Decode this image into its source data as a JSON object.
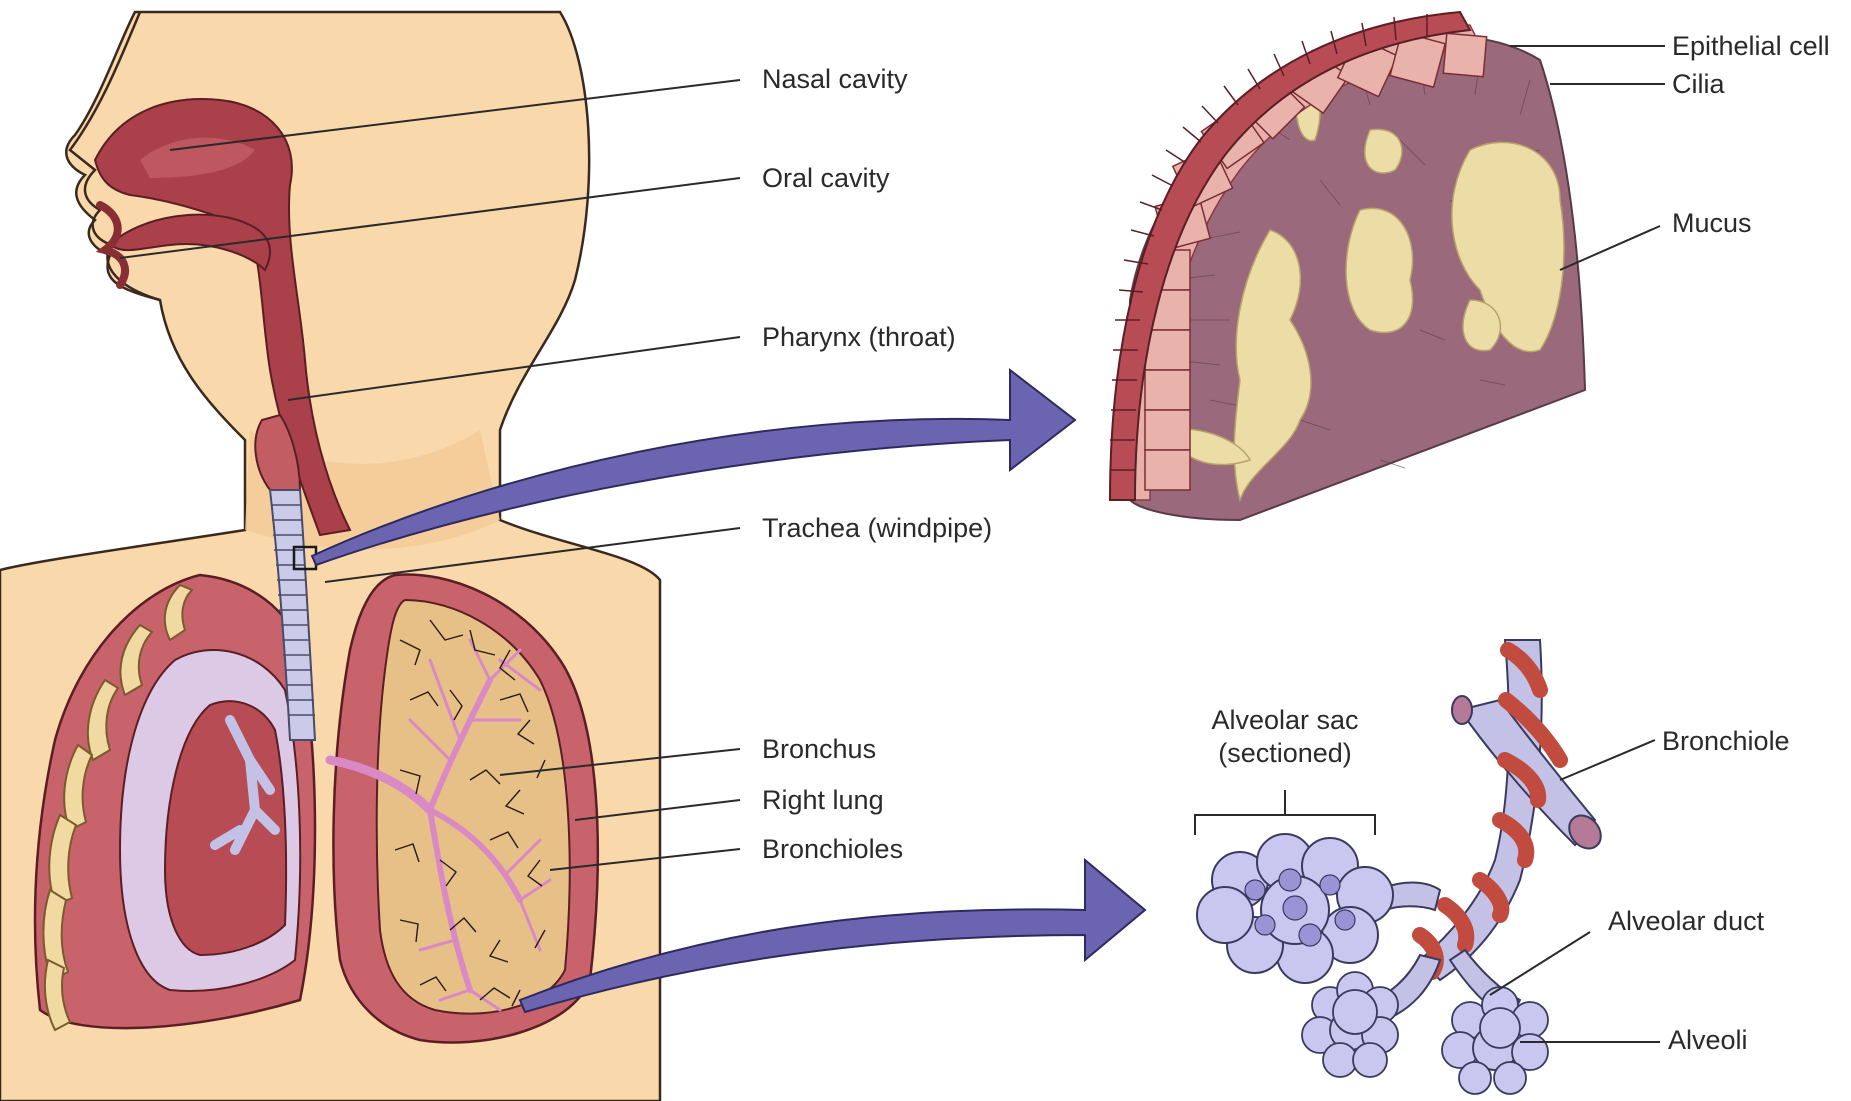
{
  "colors": {
    "skin": "#f9d8ab",
    "skin_outline": "#3a2a1e",
    "airway": "#a9404a",
    "airway_light": "#d98a8a",
    "lung_outer": "#c9636b",
    "lung_inner": "#b84c55",
    "pleura": "#dcc9e6",
    "trachea": "#c9cbe8",
    "arrow": "#6b64b0",
    "mucus": "#ecdca6",
    "mucosa_pink": "#e8b0a8",
    "cilia": "#8a5a6a",
    "alveoli": "#c9c6f0",
    "bronchiole_band": "#c04b3e",
    "bronchiole_tube": "#c3c1e6",
    "leader": "#2a2a2a"
  },
  "labels": {
    "nasal_cavity": "Nasal cavity",
    "oral_cavity": "Oral cavity",
    "pharynx": "Pharynx (throat)",
    "trachea": "Trachea (windpipe)",
    "bronchus": "Bronchus",
    "right_lung": "Right lung",
    "bronchioles": "Bronchioles",
    "epithelial_cell": "Epithelial cell",
    "cilia": "Cilia",
    "mucus": "Mucus",
    "alveolar_sac_line1": "Alveolar sac",
    "alveolar_sac_line2": "(sectioned)",
    "bronchiole": "Bronchiole",
    "alveolar_duct": "Alveolar duct",
    "alveoli": "Alveoli"
  },
  "icons": {
    "arrow_upper": "magnify-arrow-icon",
    "arrow_lower": "magnify-arrow-icon"
  }
}
